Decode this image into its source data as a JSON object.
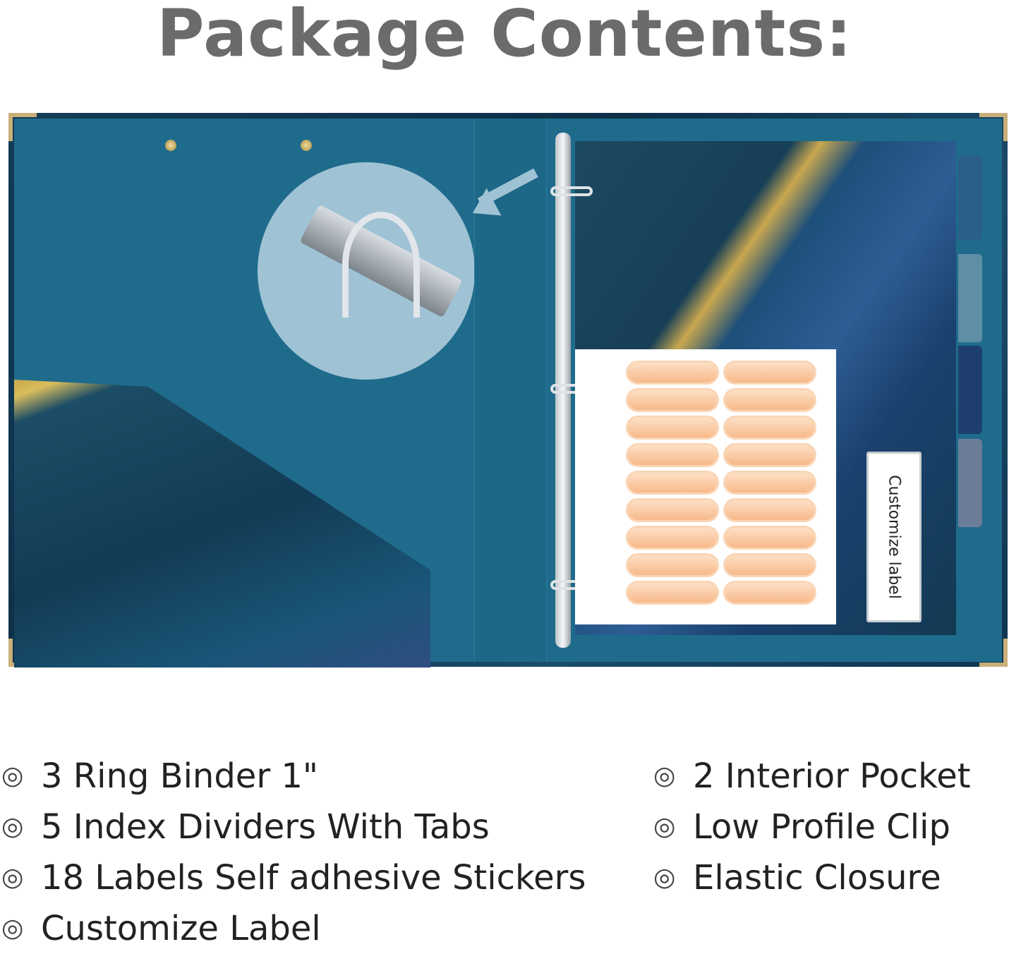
{
  "title": "Package Contents:",
  "product": {
    "customize_label": "Customize label"
  },
  "contents_left": [
    "3 Ring Binder 1\"",
    "5 Index Dividers With Tabs",
    "18 Labels Self adhesive Stickers",
    "Customize Label"
  ],
  "contents_right": [
    "2 Interior Pocket",
    "Low Profile Clip",
    "Elastic Closure"
  ],
  "bullet": "◎",
  "colors": {
    "title": "#6b6b6b",
    "teal": "#1f6b8c",
    "gold": "#c9a74f",
    "sticker": "#f7b98a"
  }
}
